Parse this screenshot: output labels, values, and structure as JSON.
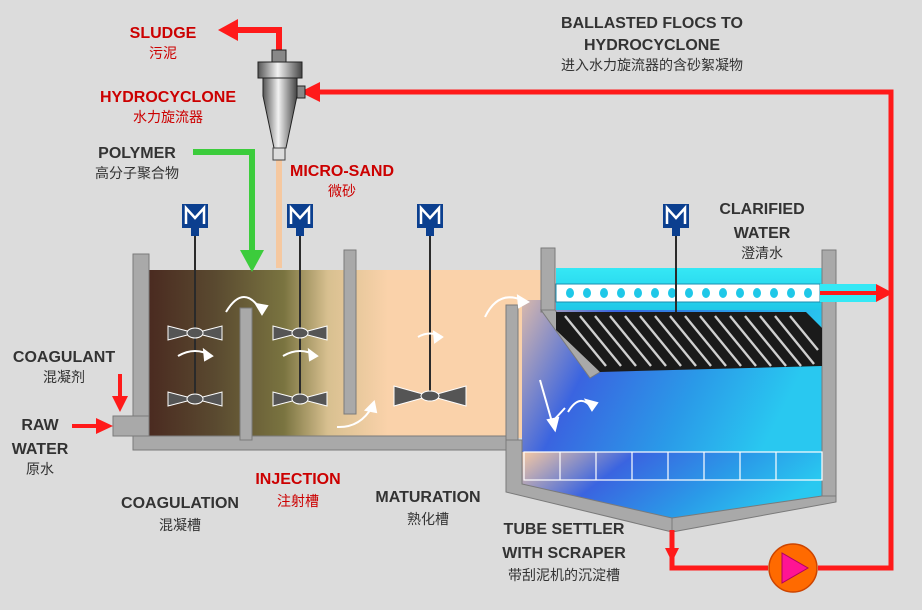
{
  "labels": {
    "sludge": {
      "en": "SLUDGE",
      "zh": "污泥"
    },
    "hydrocyclone": {
      "en": "HYDROCYCLONE",
      "zh": "水力旋流器"
    },
    "polymer": {
      "en": "POLYMER",
      "zh": "高分子聚合物"
    },
    "micro_sand": {
      "en": "MICRO-SAND",
      "zh": "微砂"
    },
    "ballasted": {
      "line1": "BALLASTED FLOCS TO",
      "line2": "HYDROCYCLONE",
      "zh": "进入水力旋流器的含砂絮凝物"
    },
    "clarified": {
      "line1": "CLARIFIED",
      "line2": "WATER",
      "zh": "澄清水"
    },
    "coagulant": {
      "en": "COAGULANT",
      "zh": "混凝剂"
    },
    "raw_water": {
      "line1": "RAW",
      "line2": "WATER",
      "zh": "原水"
    },
    "coagulation": {
      "en": "COAGULATION",
      "zh": "混凝槽"
    },
    "injection": {
      "en": "INJECTION",
      "zh": "注射槽"
    },
    "maturation": {
      "en": "MATURATION",
      "zh": "熟化槽"
    },
    "tube_settler": {
      "line1": "TUBE SETTLER",
      "line2": "WITH SCRAPER",
      "zh": "带刮泥机的沉淀槽"
    }
  },
  "colors": {
    "background": "#dcdcdc",
    "wall": "#a9a9a9",
    "pipe_red": "#ff1a1a",
    "polymer_green": "#3ccc3c",
    "sand_peach": "#f5c8a0",
    "label_red": "#cc0000",
    "label_dark": "#333333",
    "motor_blue": "#0b3f8f",
    "pump_orange": "#ff6a00",
    "pump_magenta": "#ff1493",
    "clear_water": "#34e0f0"
  },
  "icons": {
    "motor": "motor-icon",
    "pump": "pump-icon",
    "impeller": "impeller-icon"
  }
}
